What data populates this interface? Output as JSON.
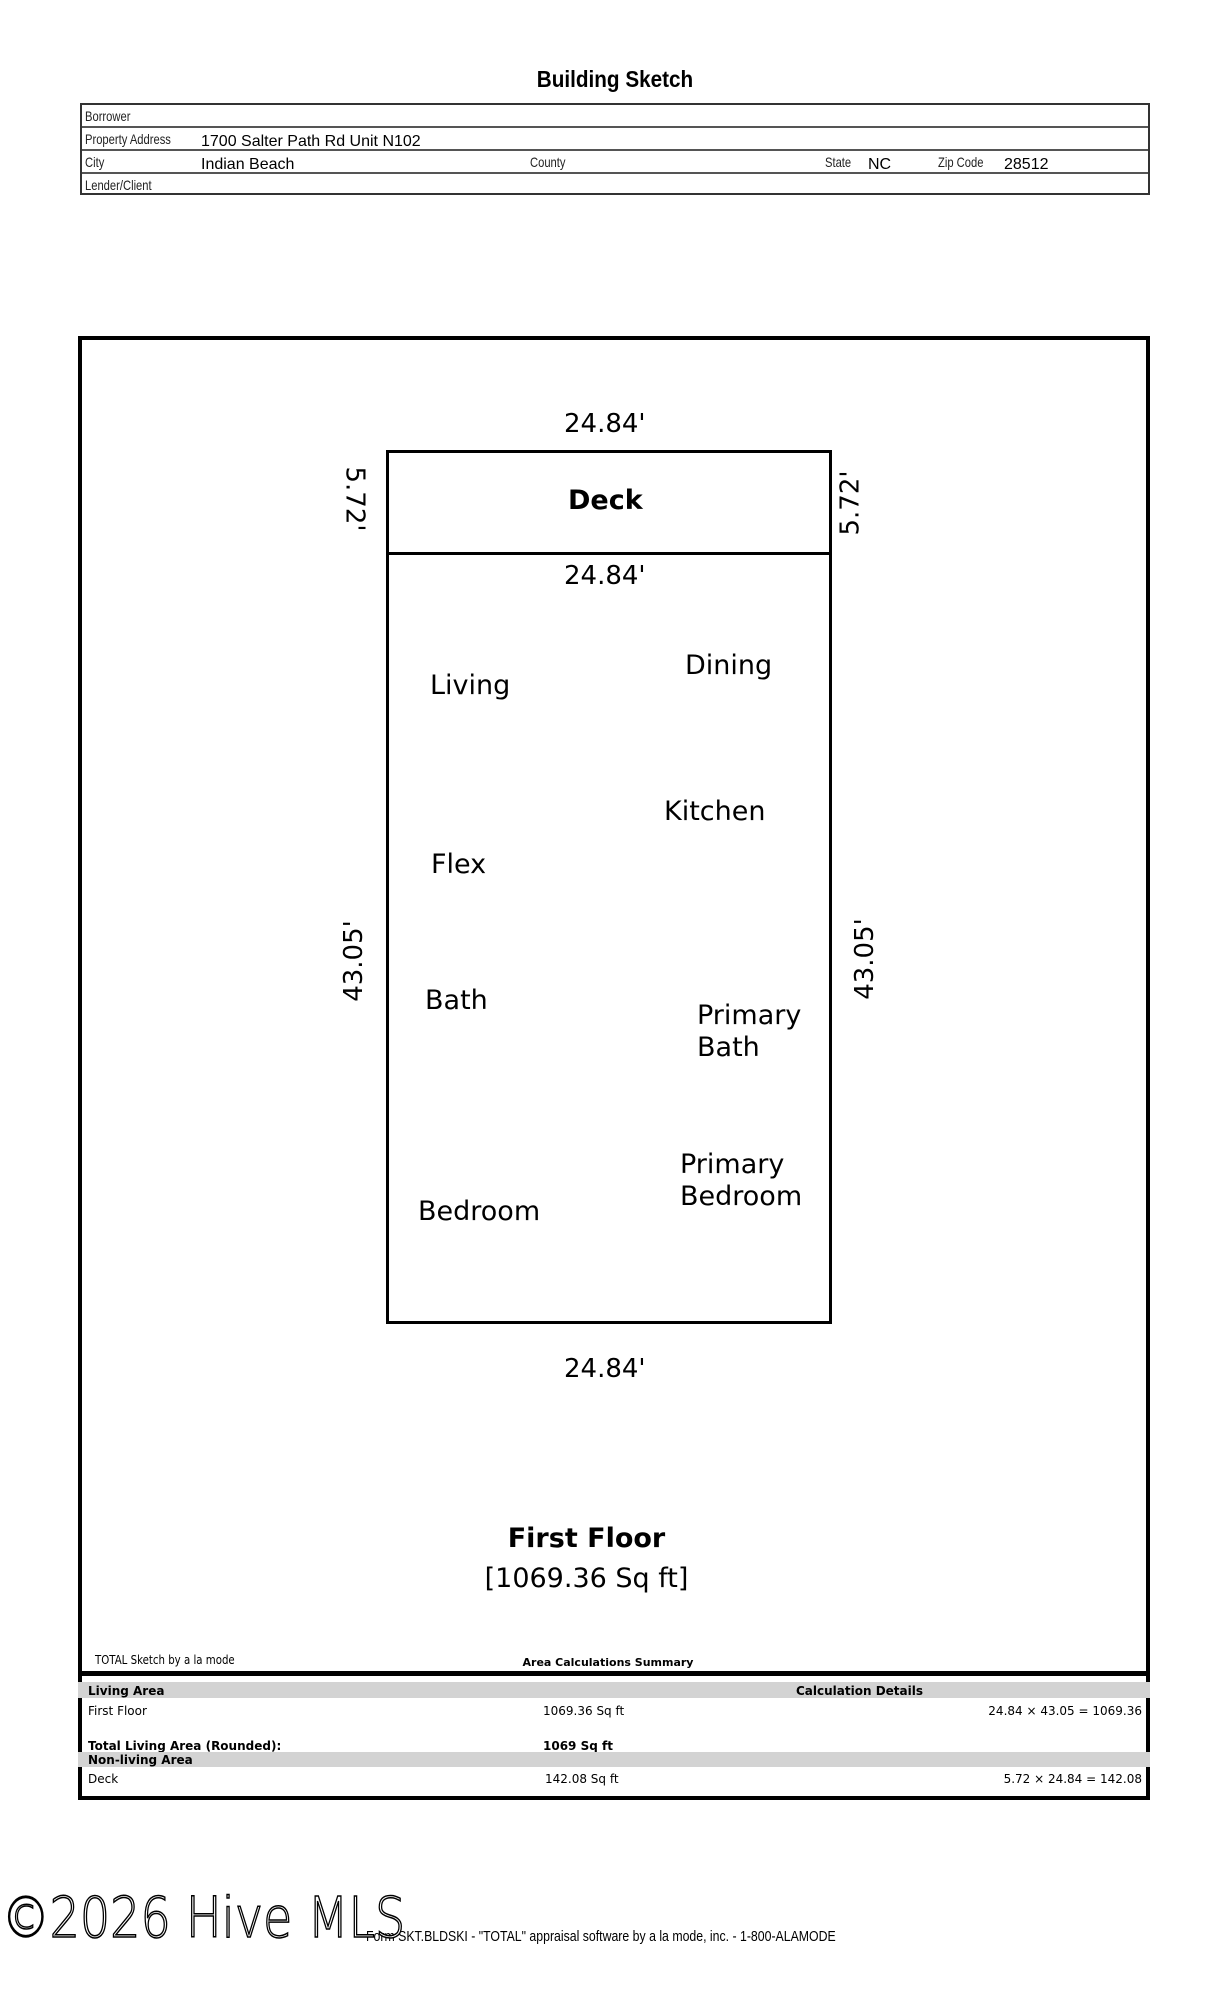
{
  "title": "Building Sketch",
  "header": {
    "borrower_label": "Borrower",
    "address_label": "Property Address",
    "address": "1700 Salter Path Rd Unit N102",
    "city_label": "City",
    "city": "Indian Beach",
    "county_label": "County",
    "state_label": "State",
    "state": "NC",
    "zip_label": "Zip Code",
    "zip": "28512",
    "lender_label": "Lender/Client"
  },
  "sketch": {
    "deck_label": "Deck",
    "dims": {
      "deck_top": "24.84'",
      "deck_left": "5.72'",
      "deck_right": "5.72'",
      "mid": "24.84'",
      "left": "43.05'",
      "right": "43.05'",
      "bottom": "24.84'"
    },
    "rooms": {
      "living": "Living",
      "dining": "Dining",
      "kitchen": "Kitchen",
      "flex": "Flex",
      "bath": "Bath",
      "primary_bath_1": "Primary",
      "primary_bath_2": "Bath",
      "primary_bed_1": "Primary",
      "primary_bed_2": "Bedroom",
      "bedroom": "Bedroom"
    },
    "floor_name": "First Floor",
    "floor_area": "[1069.36 Sq ft]"
  },
  "summary": {
    "credit": "TOTAL Sketch by a la mode",
    "title": "Area Calculations Summary",
    "living_header": "Living Area",
    "details_header": "Calculation Details",
    "rows": [
      {
        "name": "First Floor",
        "area": "1069.36 Sq ft",
        "calc": "24.84 × 43.05  =  1069.36"
      }
    ],
    "total_label": "Total Living Area (Rounded):",
    "total_value": "1069 Sq ft",
    "nonliving_header": "Non-living Area",
    "nonliving_rows": [
      {
        "name": "Deck",
        "area": "142.08 Sq ft",
        "calc": "5.72 × 24.84    =    142.08"
      }
    ]
  },
  "footer": {
    "watermark": "©2026 Hive MLS",
    "form_text": "Form SKT.BLDSKI - \"TOTAL\" appraisal software by a la mode, inc. - 1-800-ALAMODE"
  }
}
